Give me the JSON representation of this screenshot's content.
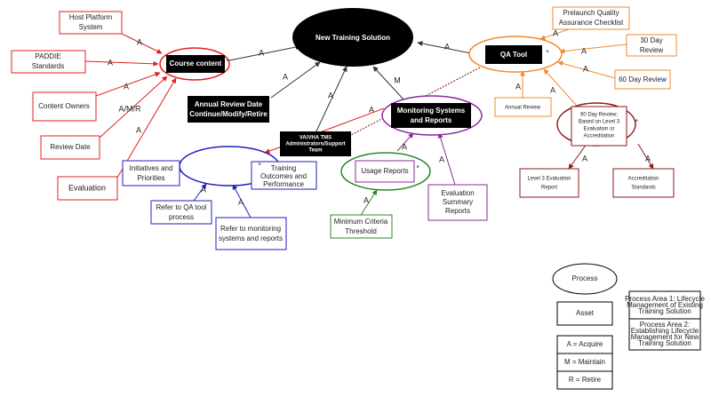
{
  "nodes": {
    "new_training_solution": "New Training Solution",
    "course_content": "Course content",
    "qa_tool": "QA Tool",
    "annual_review_date": [
      "Annual Review Date",
      "Continue/Modify/Retire"
    ],
    "monitoring_systems": [
      "Monitoring Systems",
      "and Reports"
    ],
    "admin_team": [
      "VA/VHA TMS",
      "Administrators/Support",
      "Team"
    ],
    "host_platform": [
      "Host Platform",
      "System"
    ],
    "paddie": [
      "PADDIE",
      "Standards"
    ],
    "content_owners": "Content Owners",
    "review_date": "Review Date",
    "evaluation": "Evaluation",
    "initiatives": [
      "Initiatives and",
      "Priorities"
    ],
    "training_outcomes": [
      "Training",
      "Outcomes and",
      "Performance"
    ],
    "refer_qa": [
      "Refer to QA tool",
      "process"
    ],
    "refer_monitoring": [
      "Refer to monitoring",
      "systems and reports"
    ],
    "usage_reports": "Usage Reports",
    "min_criteria": [
      "Minimum Criteria",
      "Threshold"
    ],
    "eval_summary": [
      "Evaluation",
      "Summary",
      "Reports"
    ],
    "prelaunch": [
      "Prelaunch Quality",
      "Assurance Checklist"
    ],
    "day30": [
      "30 Day",
      "Review"
    ],
    "day60": "60 Day Review",
    "annual_review": "Annual Review",
    "day90": [
      "90 Day Review;",
      "Based on Level 3",
      "Evaluation or",
      "Accreditation"
    ],
    "level3": [
      "Level 3 Evaluation",
      "Report"
    ],
    "accreditation": [
      "Accreditation",
      "Standards"
    ]
  },
  "edge_labels": {
    "acquire": "A",
    "maintain": "M",
    "amr": "A/M/R",
    "asterisk": "*"
  },
  "legend": {
    "process": "Process",
    "asset": "Asset",
    "acquire": "A = Acquire",
    "maintain": "M = Maintain",
    "retire": "R = Retire",
    "area1": [
      "Process Area 1: Lifecycle",
      "Management of Existing",
      "Training Solution"
    ],
    "area2": [
      "Process Area 2:",
      "Establishing Lifecycle",
      "Management for New",
      "Training Solution"
    ]
  },
  "colors": {
    "red": "#e02020",
    "orange": "#f08a2e",
    "dark_red": "#8b1a1a",
    "blue": "#1f1fbf",
    "purple": "#8a2a9a",
    "green": "#2a8a2a",
    "black": "#000000"
  }
}
